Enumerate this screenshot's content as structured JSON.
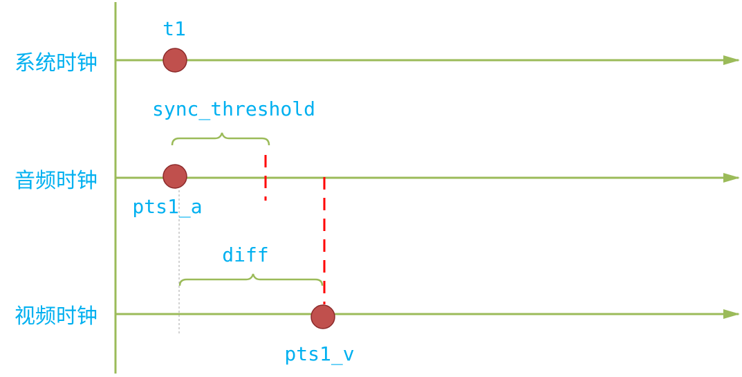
{
  "colors": {
    "axis": "#9bbb59",
    "text": "#00b0f0",
    "dot_fill": "#c0504d",
    "dot_stroke": "#8b2a2a",
    "dash": "#ff0000",
    "thin_dash": "#a6a6a6"
  },
  "rows": {
    "system": {
      "label": "系统时钟"
    },
    "audio": {
      "label": "音频时钟"
    },
    "video": {
      "label": "视频时钟"
    }
  },
  "labels": {
    "t1": "t1",
    "sync_threshold": "sync_threshold",
    "pts1_a": "pts1_a",
    "diff": "diff",
    "pts1_v": "pts1_v"
  }
}
